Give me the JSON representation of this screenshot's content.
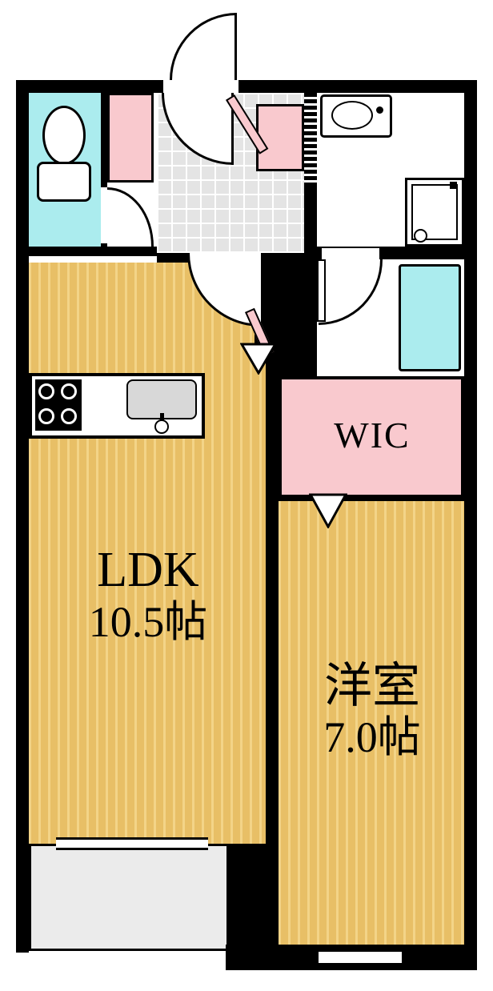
{
  "rooms": {
    "ldk": {
      "label": "LDK",
      "size": "10.5帖"
    },
    "western": {
      "label": "洋室",
      "size": "7.0帖"
    },
    "wic": {
      "label": "WIC"
    }
  },
  "icons": {
    "toilet": "oval-bowl-with-tank",
    "washbasin": "counter-with-oval-basin",
    "washing_machine": "square-with-drum-circle",
    "bathtub": "rounded-rect",
    "stove": "black-rect-with-burner-rings",
    "kitchen_sink": "rounded-gray-rect",
    "faucet": "circle-with-stem",
    "door_swing": "quarter-circle-arc",
    "door_opening": "white-triangle",
    "sliding_door": "hatched-strip"
  },
  "colors": {
    "wall": "#000000",
    "background": "#ffffff",
    "floor_wood": "#e8bf66",
    "floor_wood_stripe": "#f3d488",
    "floor_tile": "#e4e4e4",
    "tile_grid": "#ffffff",
    "water_cyan": "#abecee",
    "door_pink": "#f9c9ce",
    "balcony_gray": "#ebebeb",
    "fixture_gray": "#d8d8d8"
  }
}
